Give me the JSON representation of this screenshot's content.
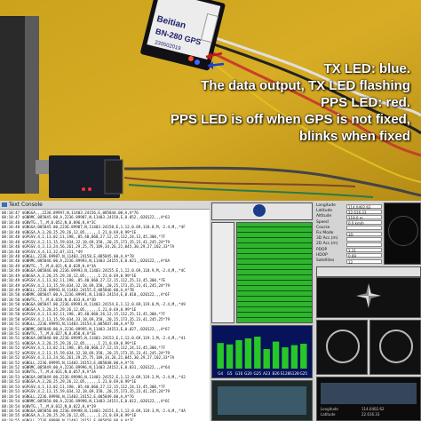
{
  "photo": {
    "module_label_lines": [
      "Beitian",
      "BN-280 GPS",
      "230502019"
    ],
    "caption_lines": [
      "TX LED: blue.",
      "The data output, TX LED flashing",
      "PPS LED: red.",
      "PPS LED is off when GPS is not fixed,",
      "blinks when fixed"
    ]
  },
  "console": {
    "title": "Text Console",
    "lines": [
      "08:18:47  $GNGGA,,,2236.89997,N,11403.24156,E,085844.00,A,A*76",
      "08:18:47  $GNRMC,085845.00,A,2236.89987,N,11403.24158,E,0.052,,020122,,,A*63",
      "08:18:48  $GNVTG,,T,,M,0.052,N,0.096,K,A*3C",
      "08:18:48  $GNGGA,085845.00,2236.89987,N,11403.24158,E,1,12,0.69,118.8,M,-2.4,M,,*4F",
      "08:18:48  $GNGSA,A,3,20,25,29,26,12,05,,,,,,1.21,0.69,0.99*1E",
      "08:18:48  $GPGSV,4,1,13,02,11,198,,05,40,060,27,12,15,112,24,13,45,300,*7F",
      "08:18:48  $GPGSV,4,2,13,15,59,034,32,18,69,358,,20,25,173,35,23,41,245,24*79",
      "08:18:48  $GPGSV,4,3,13,24,56,261,29,25,75,109,34,26,21,045,30,29,27,102,33*7A",
      "08:18:48  $GPGSV,4,4,13,32,07,311,*49",
      "08:18:48  $GNGLL,2236.89987,N,11403.24158,E,085845.00,A,A*78",
      "08:18:48  $GNRMC,085846.00,A,2236.89993,N,11403.24155,E,0.021,,020122,,,A*6A",
      "08:18:49  $GNVTG,,T,,M,0.021,N,0.039,K,A*3A",
      "08:18:49  $GNGGA,085846.00,2236.89993,N,11403.24155,E,1,12,0.69,118.9,M,-2.4,M,,*4C",
      "08:18:49  $GNGSA,A,3,20,25,29,26,12,05,,,,,,1.21,0.69,0.99*1E",
      "08:18:49  $GPGSV,4,1,13,02,11,198,,05,40,060,27,12,15,112,25,13,45,300,*7E",
      "08:18:49  $GPGSV,4,2,13,15,59,034,32,18,69,358,,20,25,173,35,23,41,245,24*79",
      "08:18:49  $GNGLL,2236.89993,N,11403.24155,E,085846.00,A,A*7B",
      "08:18:50  $GNRMC,085847.00,A,2236.89991,N,11403.24154,E,0.018,,020122,,,A*6F",
      "08:18:50  $GNVTG,,T,,M,0.018,N,0.033,K,A*3D",
      "08:18:50  $GNGGA,085847.00,2236.89991,N,11403.24154,E,1,12,0.69,119.0,M,-2.4,M,,*49",
      "08:18:50  $GNGSA,A,3,20,25,29,26,12,05,,,,,,1.21,0.69,0.99*1E",
      "08:18:50  $GPGSV,4,1,13,02,11,198,,05,40,060,26,12,15,112,25,13,45,300,*7F",
      "08:18:50  $GPGSV,4,2,13,15,59,034,33,18,69,358,,20,25,173,35,23,41,245,25*79",
      "08:18:51  $GNGLL,2236.89991,N,11403.24154,E,085847.00,A,A*7D",
      "08:18:51  $GNRMC,085848.00,A,2236.89995,N,11403.24153,E,0.027,,020122,,,A*67",
      "08:18:51  $GNVTG,,T,,M,0.027,N,0.050,K,A*3E",
      "08:18:51  $GNGGA,085848.00,2236.89995,N,11403.24153,E,1,12,0.69,119.1,M,-2.4,M,,*41",
      "08:18:51  $GNGSA,A,3,20,25,29,26,12,05,,,,,,1.21,0.69,0.99*1E",
      "08:18:52  $GPGSV,4,1,13,02,11,198,,05,40,060,27,12,15,112,24,13,45,300,*7F",
      "08:18:52  $GPGSV,4,2,13,15,59,034,32,18,69,358,,20,25,173,35,23,41,245,24*79",
      "08:18:52  $GPGSV,4,3,13,24,56,261,29,25,75,109,34,26,21,045,30,29,27,102,33*7A",
      "08:18:52  $GNGLL,2236.89995,N,11403.24153,E,085848.00,A,A*74",
      "08:18:52  $GNRMC,085849.00,A,2236.89996,N,11403.24152,E,0.031,,020122,,,A*64",
      "08:18:53  $GNVTG,,T,,M,0.031,N,0.057,K,A*3A",
      "08:18:53  $GNGGA,085849.00,2236.89996,N,11403.24152,E,1,12,0.69,119.2,M,-2.4,M,,*42",
      "08:18:53  $GNGSA,A,3,20,25,29,26,12,05,,,,,,1.21,0.69,0.99*1E",
      "08:18:53  $GPGSV,4,1,13,02,11,198,,05,40,060,27,12,15,112,24,13,45,300,*7F",
      "08:18:53  $GPGSV,4,2,13,15,59,034,32,18,69,358,,20,25,173,35,23,41,245,24*79",
      "08:18:54  $GNGLL,2236.89996,N,11403.24152,E,085849.00,A,A*76",
      "08:18:54  $GNRMC,085850.00,A,2236.89998,N,11403.24151,E,0.012,,020122,,,A*6C",
      "08:18:54  $GNVTG,,T,,M,0.012,N,0.022,K,A*39",
      "08:18:54  $GNGGA,085850.00,2236.89998,N,11403.24151,E,1,12,0.69,119.3,M,-2.4,M,,*4A",
      "08:18:55  $GNGSA,A,3,20,25,29,26,12,05,,,,,,1.21,0.69,0.99*1E",
      "08:18:55  $GNGLL,2236.89998,N,11403.24151,E,085850.00,A,A*7C"
    ]
  },
  "signal_bars": {
    "labels": [
      "G4",
      "G5",
      "G16",
      "G20",
      "G25",
      "A23",
      "B26",
      "S128",
      "S128",
      "G25"
    ],
    "values": [
      0.72,
      0.68,
      0.8,
      0.85,
      0.9,
      0.55,
      0.76,
      0.6,
      0.66,
      0.7
    ]
  },
  "info_panel": {
    "rows": [
      {
        "label": "Longitude",
        "value": "114.0402.62"
      },
      {
        "label": "Latitude",
        "value": "22.616.33"
      },
      {
        "label": "Altitude",
        "value": "119.0 m"
      },
      {
        "label": "Speed",
        "value": "0.0 km/h"
      },
      {
        "label": "Course",
        "value": ""
      },
      {
        "label": "Fix Mode",
        "value": "3D"
      },
      {
        "label": "3D Acc.(m)",
        "value": ""
      },
      {
        "label": "2D Acc.(m)",
        "value": ""
      },
      {
        "label": "PDOP",
        "value": "1.21"
      },
      {
        "label": "HDOP",
        "value": "0.69"
      },
      {
        "label": "Satellites",
        "value": "12"
      }
    ],
    "bottom_labels": [
      "Longitude",
      "Latitude"
    ],
    "bottom_values": [
      "114.0402.62",
      "22.616.33"
    ]
  },
  "colors": {
    "desk": "#d9a21d",
    "signal_bar": "#28c628",
    "module_pcb": "#1a1f66"
  }
}
